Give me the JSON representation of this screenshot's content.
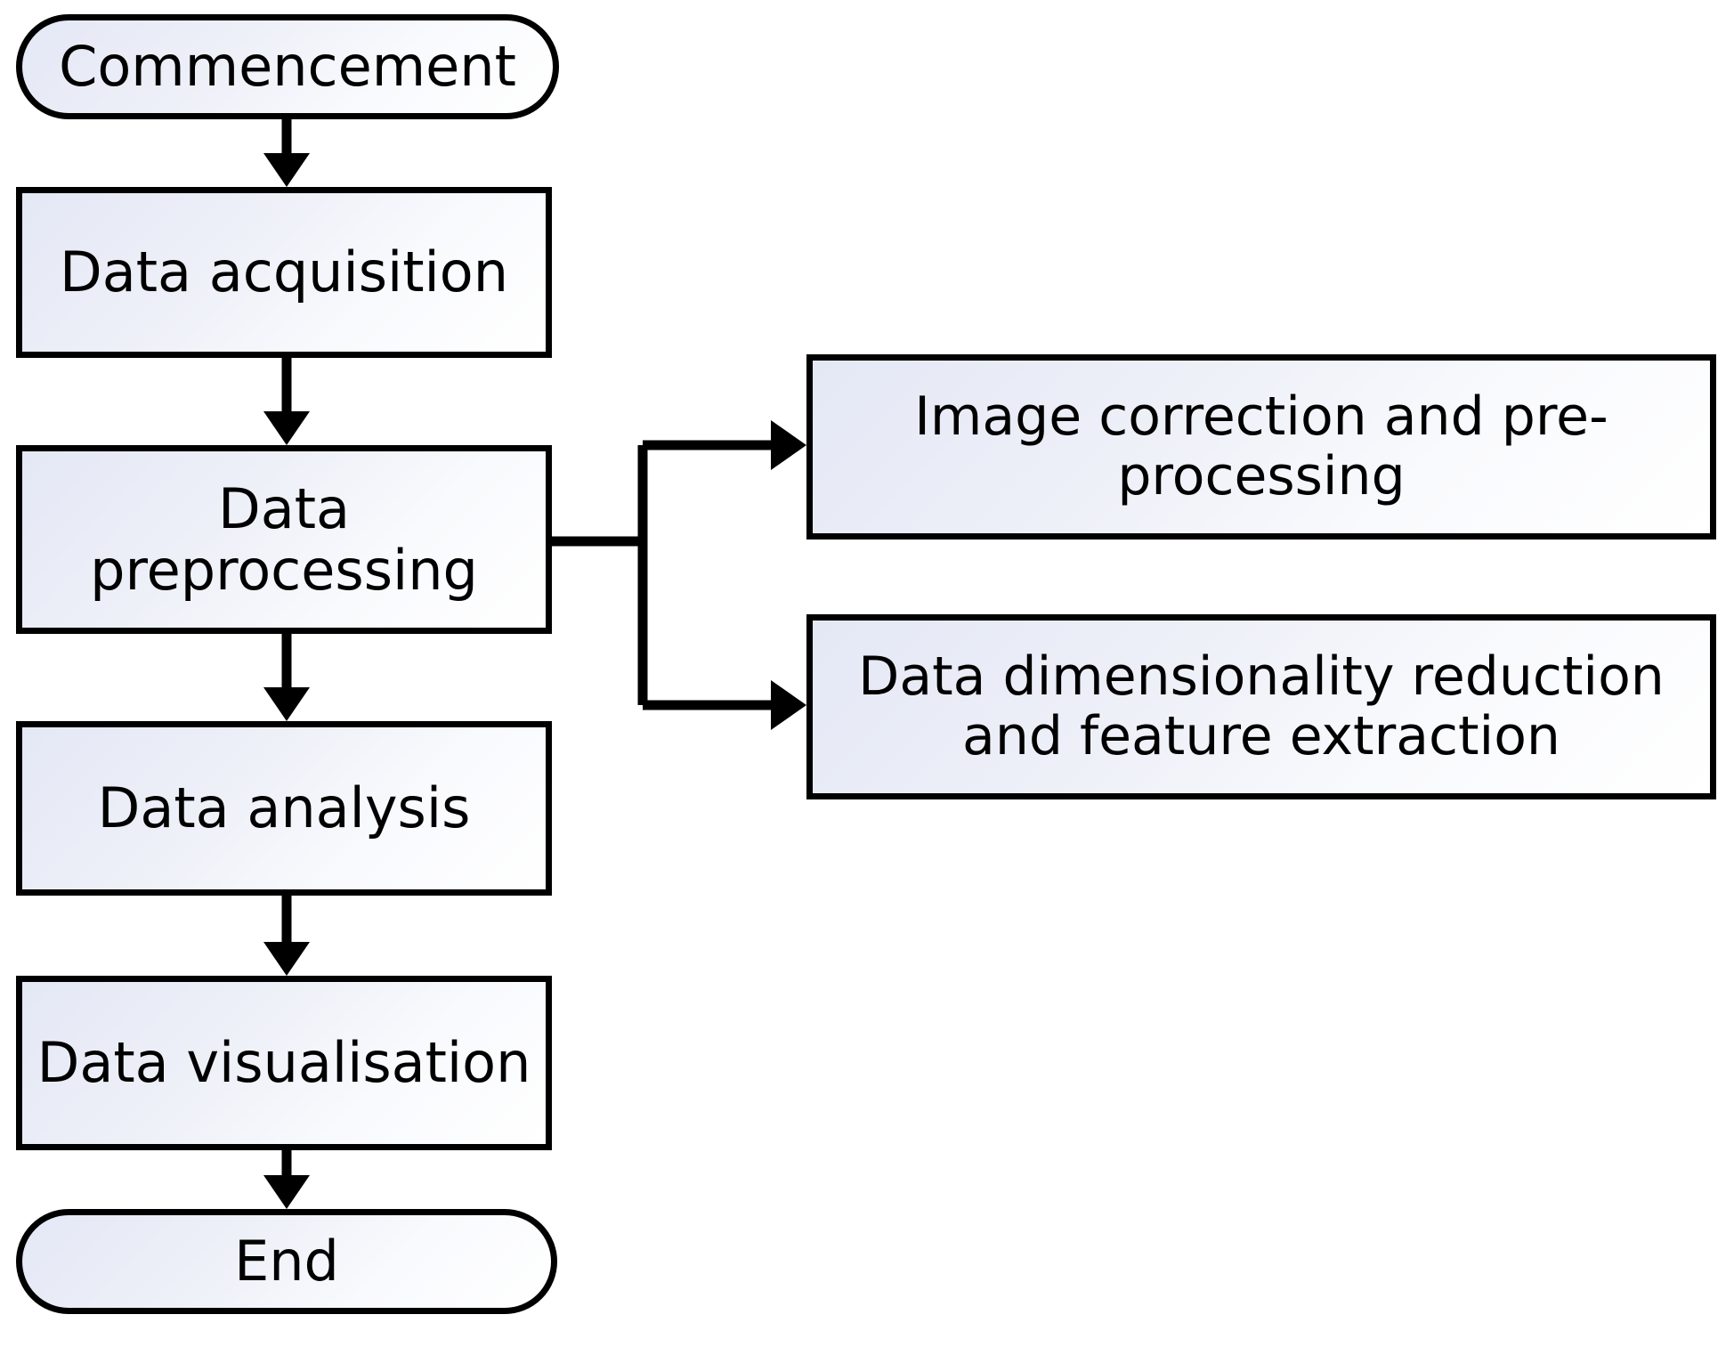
{
  "diagram": {
    "title": "Data processing workflow flowchart",
    "background_color": "#ffffff",
    "node_fill_start": "#e4e8f5",
    "node_fill_end": "#ffffff",
    "stroke_color": "#000000",
    "stroke_width": 7
  },
  "nodes": {
    "commencement": {
      "label": "Commencement",
      "shape": "terminator"
    },
    "acquisition": {
      "label": "Data acquisition",
      "shape": "process"
    },
    "preprocess": {
      "label": "Data preprocessing",
      "shape": "process"
    },
    "analysis": {
      "label": "Data analysis",
      "shape": "process"
    },
    "visualise": {
      "label": "Data visualisation",
      "shape": "process"
    },
    "end": {
      "label": "End",
      "shape": "terminator"
    },
    "imagecorr": {
      "label": "Image correction and pre-processing",
      "shape": "process"
    },
    "dimreduce": {
      "label": "Data dimensionality reduction and feature extraction",
      "shape": "process"
    }
  },
  "connectors": [
    {
      "name": "commencement-to-acquisition",
      "from": "commencement",
      "to": "acquisition",
      "style": "arrow-down"
    },
    {
      "name": "acquisition-to-preprocess",
      "from": "acquisition",
      "to": "preprocess",
      "style": "arrow-down"
    },
    {
      "name": "preprocess-to-analysis",
      "from": "preprocess",
      "to": "analysis",
      "style": "arrow-down"
    },
    {
      "name": "analysis-to-visualise",
      "from": "analysis",
      "to": "visualise",
      "style": "arrow-down"
    },
    {
      "name": "visualise-to-end",
      "from": "visualise",
      "to": "end",
      "style": "arrow-down"
    },
    {
      "name": "preprocess-branch-to-imagecorr",
      "from": "preprocess",
      "to": "imagecorr",
      "style": "elbow-arrow-right"
    },
    {
      "name": "preprocess-branch-to-dimreduce",
      "from": "preprocess",
      "to": "dimreduce",
      "style": "elbow-arrow-right"
    }
  ]
}
